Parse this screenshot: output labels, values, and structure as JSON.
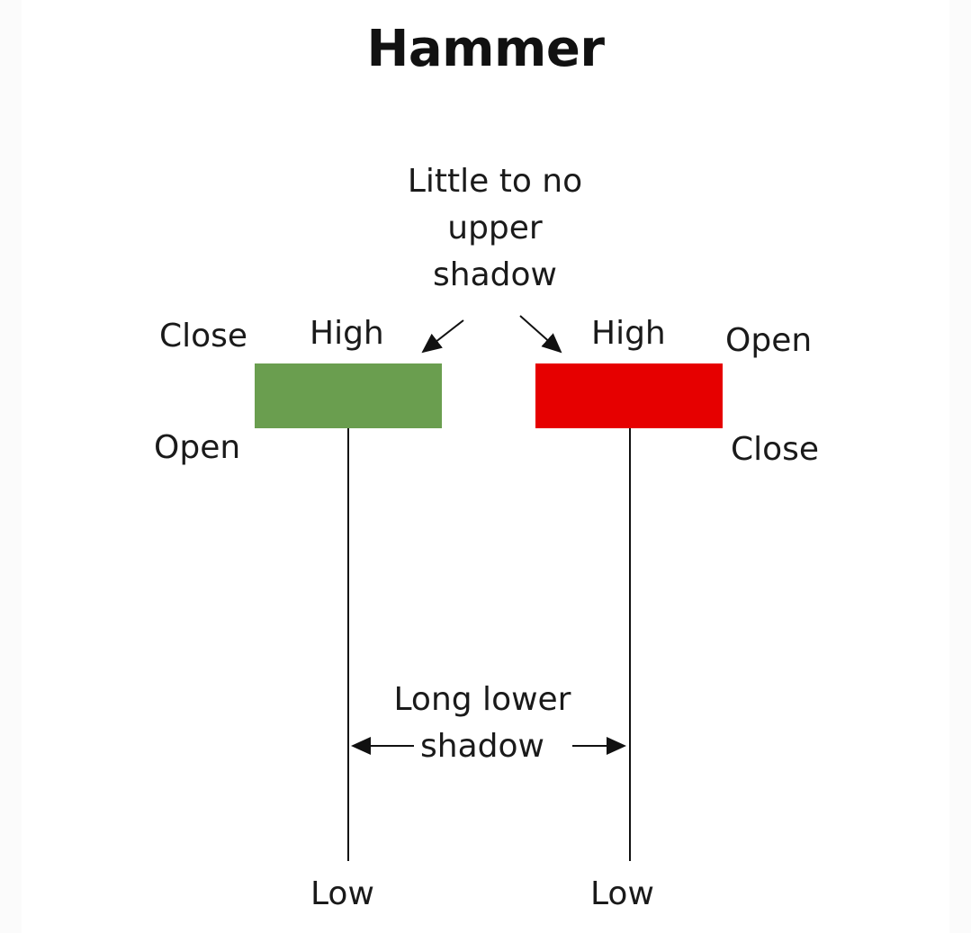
{
  "title": "Hammer",
  "upper_note": [
    "Little to no",
    "upper",
    "shadow"
  ],
  "lower_note": [
    "Long lower",
    "shadow"
  ],
  "bullish": {
    "top_label": "Close",
    "bottom_label": "Open",
    "high_label": "High",
    "low_label": "Low",
    "color": "#6a9e4f"
  },
  "bearish": {
    "top_label": "Open",
    "bottom_label": "Close",
    "high_label": "High",
    "low_label": "Low",
    "color": "#e60000"
  },
  "icons": {
    "upper_left_arrow": "arrow-down-left-icon",
    "upper_right_arrow": "arrow-down-right-icon",
    "lower_left_arrow": "arrow-left-icon",
    "lower_right_arrow": "arrow-right-icon"
  }
}
